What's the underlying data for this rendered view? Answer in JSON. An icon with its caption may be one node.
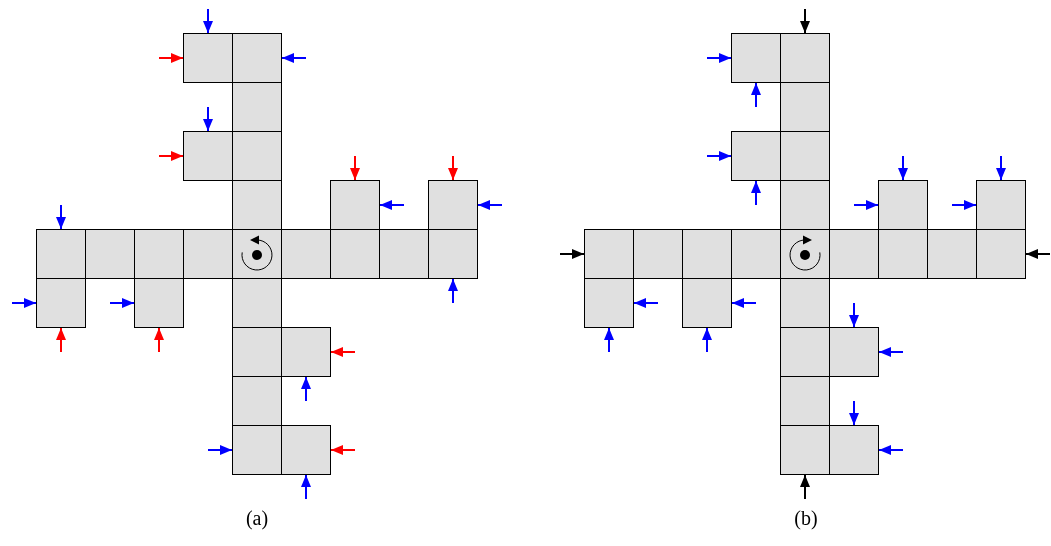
{
  "diagram": {
    "nodes": [
      {
        "text": [],
        "shape": "box"
      },
      {
        "text": [],
        "shape": "box"
      },
      {
        "text": [],
        "shape": "box"
      },
      {
        "text": [],
        "shape": "box"
      },
      {
        "text": [],
        "shape": "box"
      },
      {
        "text": [],
        "shape": "box"
      },
      {
        "text": [],
        "shape": "box"
      },
      {
        "text": [],
        "shape": "box"
      },
      {
        "text": [],
        "shape": "box"
      },
      {
        "text": [],
        "shape": "box"
      },
      {
        "text": [],
        "shape": "box"
      },
      {
        "text": [],
        "shape": "box"
      },
      {
        "text": [],
        "shape": "box"
      },
      {
        "text": [],
        "shape": "box"
      },
      {
        "text": [],
        "shape": "box"
      },
      {
        "text": [],
        "shape": "box"
      },
      {
        "text": [],
        "shape": "box"
      },
      {
        "text": [],
        "shape": "box"
      },
      {
        "text": [],
        "shape": "box"
      },
      {
        "text": [],
        "shape": "box"
      },
      {
        "text": [],
        "shape": "box"
      },
      {
        "text": [],
        "shape": "box"
      },
      {
        "text": [],
        "shape": "box"
      },
      {
        "text": [],
        "shape": "box"
      },
      {
        "text": [],
        "shape": "box"
      },
      {
        "text": [],
        "shape": "box"
      },
      {
        "text": [],
        "shape": "box"
      },
      {
        "text": [],
        "shape": "box"
      },
      {
        "text": [],
        "shape": "box"
      },
      {
        "text": [],
        "shape": "box"
      },
      {
        "text": [],
        "shape": "box"
      },
      {
        "text": [],
        "shape": "box"
      },
      {
        "text": [],
        "shape": "box"
      },
      {
        "text": [],
        "shape": "box"
      },
      {
        "text": [],
        "shape": "box"
      },
      {
        "text": [],
        "shape": "box"
      },
      {
        "text": [],
        "shape": "box"
      },
      {
        "text": [],
        "shape": "box"
      },
      {
        "text": [],
        "shape": "box"
      },
      {
        "text": [],
        "shape": "box"
      },
      {
        "text": [],
        "shape": "box"
      },
      {
        "text": [],
        "shape": "box"
      },
      {
        "text": [],
        "shape": "box"
      },
      {
        "text": [],
        "shape": "box"
      },
      {
        "text": [],
        "shape": "box"
      },
      {
        "text": [],
        "shape": "box"
      },
      {
        "text": [],
        "shape": "box"
      },
      {
        "text": [],
        "shape": "box"
      },
      {
        "text": [],
        "shape": "box"
      },
      {
        "text": [],
        "shape": "box"
      }
    ],
    "edges": [
      {
        "from": null,
        "to": 0,
        "arrow": "to"
      },
      {
        "from": null,
        "to": 0,
        "arrow": "to",
        "color": "#ff0000"
      },
      {
        "from": null,
        "to": 1,
        "arrow": "to"
      },
      {
        "from": null,
        "to": 3,
        "arrow": "to"
      },
      {
        "from": null,
        "to": 3,
        "arrow": "to",
        "color": "#ff0000"
      },
      {
        "from": null,
        "to": 6,
        "arrow": "to",
        "color": "#ff0000"
      },
      {
        "from": null,
        "to": 6,
        "arrow": "to"
      },
      {
        "from": null,
        "to": 7,
        "arrow": "to",
        "color": "#ff0000"
      },
      {
        "from": null,
        "to": 7,
        "arrow": "to"
      },
      {
        "from": null,
        "to": 8,
        "arrow": "to"
      },
      {
        "from": null,
        "to": 16,
        "arrow": "to"
      },
      {
        "from": null,
        "to": 17,
        "arrow": "to"
      },
      {
        "from": null,
        "to": 17,
        "arrow": "to",
        "color": "#ff0000"
      },
      {
        "from": null,
        "to": 18,
        "arrow": "to"
      },
      {
        "from": null,
        "to": 18,
        "arrow": "to",
        "color": "#ff0000"
      },
      {
        "from": null,
        "to": 21,
        "arrow": "to",
        "color": "#ff0000"
      },
      {
        "from": null,
        "to": 21,
        "arrow": "to"
      },
      {
        "from": null,
        "to": 23,
        "arrow": "to"
      },
      {
        "from": null,
        "to": 24,
        "arrow": "to",
        "color": "#ff0000"
      },
      {
        "from": null,
        "to": 24,
        "arrow": "to"
      },
      {
        "from": null,
        "to": 26,
        "arrow": "to",
        "color": "#000000"
      },
      {
        "from": null,
        "to": 25,
        "arrow": "to"
      },
      {
        "from": null,
        "to": 25,
        "arrow": "to"
      },
      {
        "from": null,
        "to": 28,
        "arrow": "to"
      },
      {
        "from": null,
        "to": 28,
        "arrow": "to"
      },
      {
        "from": null,
        "to": 31,
        "arrow": "to"
      },
      {
        "from": null,
        "to": 31,
        "arrow": "to"
      },
      {
        "from": null,
        "to": 32,
        "arrow": "to"
      },
      {
        "from": null,
        "to": 32,
        "arrow": "to"
      },
      {
        "from": null,
        "to": 33,
        "arrow": "to",
        "color": "#000000"
      },
      {
        "from": null,
        "to": 41,
        "arrow": "to",
        "color": "#000000"
      },
      {
        "from": null,
        "to": 42,
        "arrow": "to"
      },
      {
        "from": null,
        "to": 42,
        "arrow": "to"
      },
      {
        "from": null,
        "to": 43,
        "arrow": "to"
      },
      {
        "from": null,
        "to": 43,
        "arrow": "to"
      },
      {
        "from": null,
        "to": 46,
        "arrow": "to"
      },
      {
        "from": null,
        "to": 46,
        "arrow": "to"
      },
      {
        "from": null,
        "to": 49,
        "arrow": "to"
      },
      {
        "from": null,
        "to": 49,
        "arrow": "to"
      },
      {
        "from": null,
        "to": 48,
        "arrow": "to",
        "color": "#000000"
      }
    ],
    "labels": [
      "(a)",
      "(b)"
    ]
  }
}
